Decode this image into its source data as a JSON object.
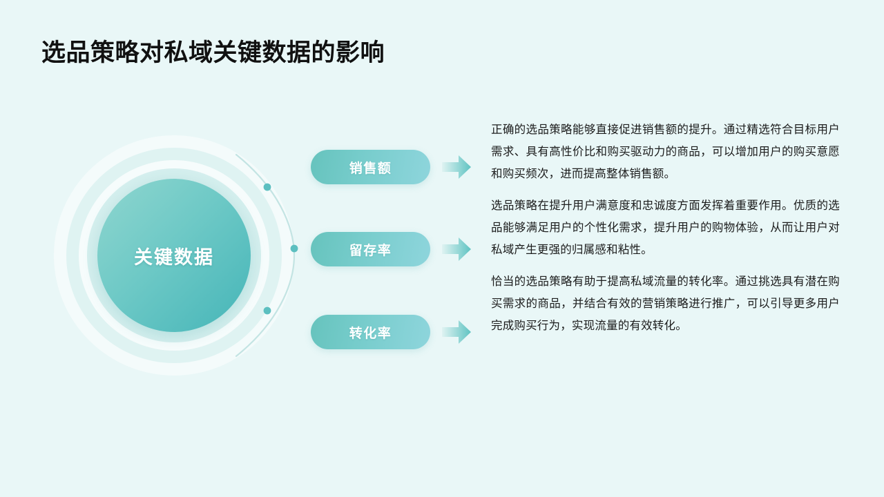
{
  "slide": {
    "title": "选品策略对私域关键数据的影响",
    "background_color": "#e9f7f7"
  },
  "hub": {
    "label": "关键数据",
    "accent_color": "#4cb8b8",
    "gradient_from": "#8fd6cf",
    "gradient_to": "#45b5b8"
  },
  "connector": {
    "dot_color": "#5cbfc0",
    "arc_color": "#bfe3e2",
    "dot_count": 3
  },
  "items": [
    {
      "label": "销售额",
      "arrow_icon": "arrow-right-icon",
      "paragraph": "正确的选品策略能够直接促进销售额的提升。通过精选符合目标用户需求、具有高性价比和购买驱动力的商品，可以增加用户的购买意愿和购买频次，进而提高整体销售额。"
    },
    {
      "label": "留存率",
      "arrow_icon": "arrow-right-icon",
      "paragraph": "选品策略在提升用户满意度和忠诚度方面发挥着重要作用。优质的选品能够满足用户的个性化需求，提升用户的购物体验，从而让用户对私域产生更强的归属感和粘性。"
    },
    {
      "label": "转化率",
      "arrow_icon": "arrow-right-icon",
      "paragraph": "恰当的选品策略有助于提高私域流量的转化率。通过挑选具有潜在购买需求的商品，并结合有效的营销策略进行推广，可以引导更多用户完成购买行为，实现流量的有效转化。"
    }
  ]
}
